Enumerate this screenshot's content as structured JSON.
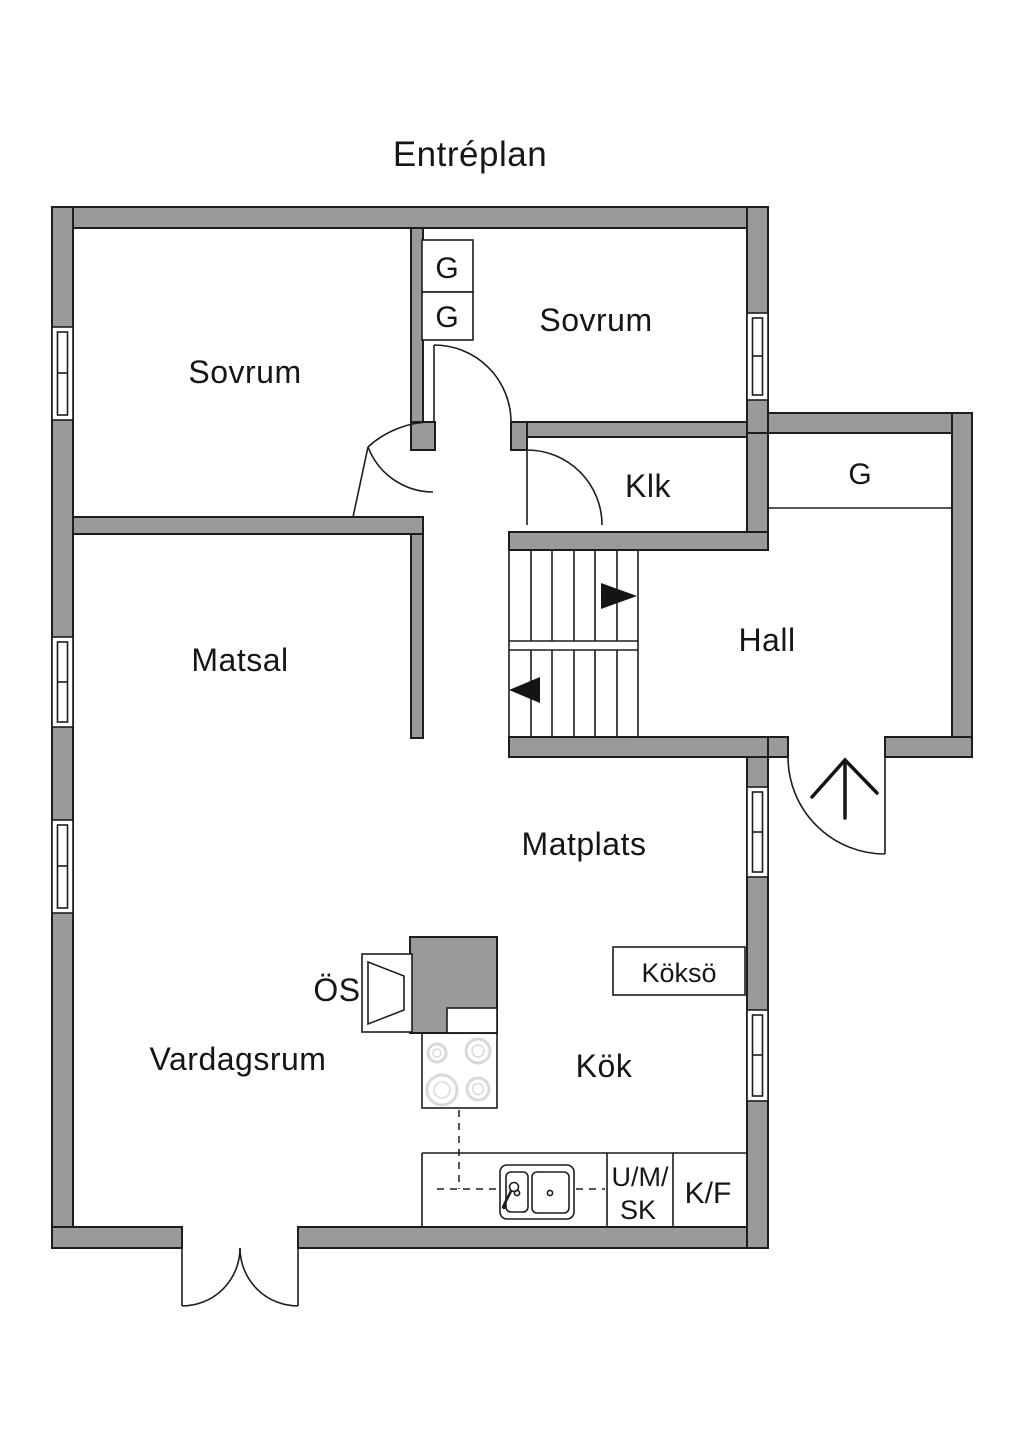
{
  "title": "Entréplan",
  "labels": {
    "sovrum1": "Sovrum",
    "sovrum2": "Sovrum",
    "klk": "Klk",
    "closet": "G",
    "hall": "Hall",
    "matsal": "Matsal",
    "matplats": "Matplats",
    "kokso": "Köksö",
    "kok": "Kök",
    "os": "ÖS",
    "vardagsrum": "Vardagsrum",
    "umsk_line1": "U/M/",
    "umsk_line2": "SK",
    "kf": "K/F"
  },
  "colors": {
    "wall": "#9a9a9a",
    "outline": "#1d1d1d",
    "stove": "#4d4d4d",
    "burner_ring": "#d9d9d9",
    "background": "#ffffff",
    "text": "#161616"
  }
}
